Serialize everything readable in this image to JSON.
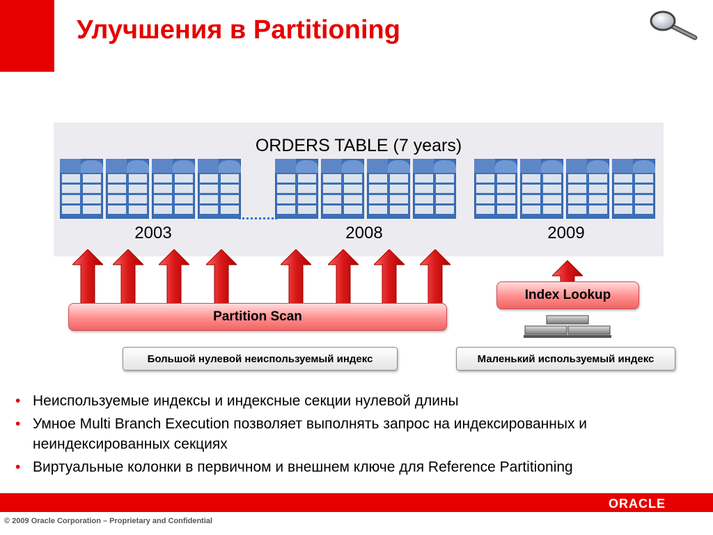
{
  "slide": {
    "title": "Улучшения в Partitioning",
    "table_heading": "ORDERS TABLE (7 years)",
    "years": [
      "2003",
      "2008",
      "2009"
    ],
    "partition_scan_label": "Partition Scan",
    "index_lookup_label": "Index Lookup",
    "index_captions": {
      "large": "Большой нулевой неиспользуемый индекс",
      "small": "Маленький используемый индекс"
    },
    "bullets": [
      "Неиспользуемые индексы и индексные секции нулевой длины",
      "Умное  Multi Branch Execution позволяет выполнять запрос на индексированных и неиндексированных секциях",
      "Виртуальные колонки в первичном и внешнем ключе  для  Reference Partitioning"
    ]
  },
  "footer": {
    "logo_text": "ORACLE",
    "copyright": "© 2009 Oracle Corporation – Proprietary and Confidential"
  },
  "colors": {
    "accent_red": "#e60000",
    "table_header_blue": "#3d6fb8",
    "table_cell_light": "#dde3ec",
    "arrow_red": "#d81818"
  },
  "icons": {
    "magnifier": "magnifying-glass-icon",
    "table": "table-icon",
    "arrow": "up-arrow-icon",
    "index": "index-blocks-icon"
  }
}
